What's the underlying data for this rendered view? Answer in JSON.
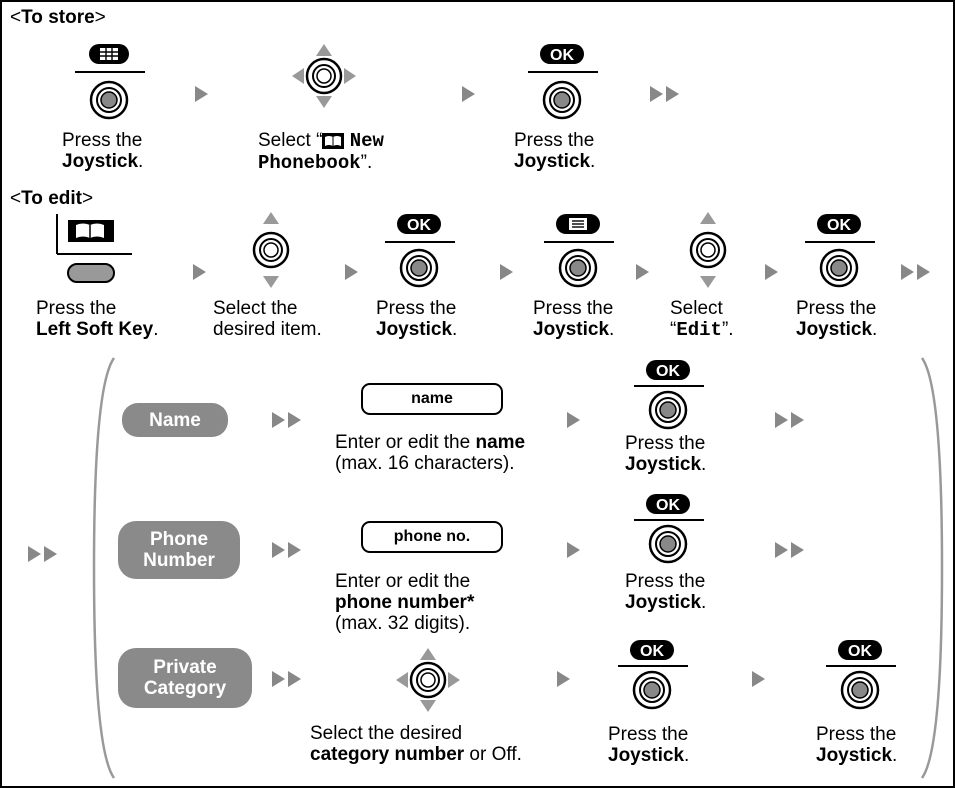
{
  "store": {
    "header": {
      "lt": "<",
      "bold": "To store",
      "gt": ">"
    },
    "steps": [
      {
        "line1": "Press the",
        "bold": "Joystick",
        "end": "."
      },
      {
        "pre": "Select “",
        "mono1": "New",
        "mono2": "Phonebook",
        "post": "”."
      },
      {
        "line1": "Press the",
        "bold": "Joystick",
        "end": "."
      }
    ]
  },
  "edit": {
    "header": {
      "lt": "<",
      "bold": "To edit",
      "gt": ">"
    },
    "steps": [
      {
        "line1": "Press the",
        "bold": "Left Soft Key",
        "end": "."
      },
      {
        "line1": "Select the",
        "line2": "desired item."
      },
      {
        "line1": "Press the",
        "bold": "Joystick",
        "end": "."
      },
      {
        "line1": "Press the",
        "bold": "Joystick",
        "end": "."
      },
      {
        "line1": "Select",
        "open": "“",
        "mono": "Edit",
        "close": "”."
      },
      {
        "line1": "Press the",
        "bold": "Joystick",
        "end": "."
      }
    ]
  },
  "ok_label": "OK",
  "items": {
    "name": {
      "pill": "Name",
      "field": "name",
      "desc_pre": "Enter or edit the ",
      "desc_bold": "name",
      "desc_line2": "(max. 16 characters).",
      "press": {
        "line1": "Press the",
        "bold": "Joystick",
        "end": "."
      }
    },
    "phone": {
      "pill_line1": "Phone",
      "pill_line2": "Number",
      "field": "phone no.",
      "desc_line1": "Enter or edit the",
      "desc_bold": "phone number*",
      "desc_line3": "(max. 32 digits).",
      "press": {
        "line1": "Press the",
        "bold": "Joystick",
        "end": "."
      }
    },
    "category": {
      "pill_line1": "Private",
      "pill_line2": "Category",
      "desc_line1": "Select the desired",
      "desc_bold": "category number",
      "desc_tail": " or Off.",
      "press1": {
        "line1": "Press the",
        "bold": "Joystick",
        "end": "."
      },
      "press2": {
        "line1": "Press the",
        "bold": "Joystick",
        "end": "."
      }
    }
  }
}
